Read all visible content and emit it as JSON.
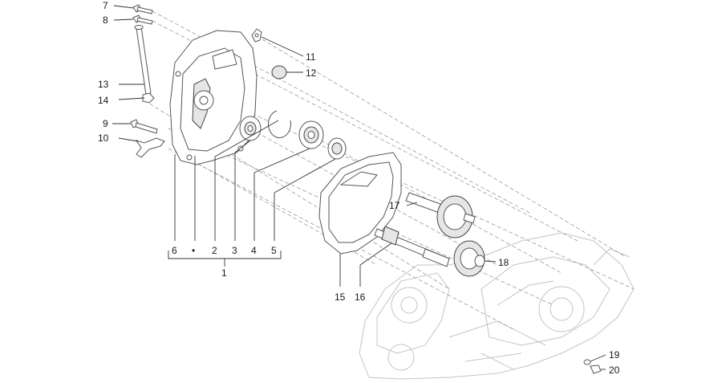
{
  "callouts": [
    {
      "id": "c7",
      "text": "7"
    },
    {
      "id": "c8",
      "text": "8"
    },
    {
      "id": "c11",
      "text": "11"
    },
    {
      "id": "c12",
      "text": "12"
    },
    {
      "id": "c13",
      "text": "13"
    },
    {
      "id": "c14",
      "text": "14"
    },
    {
      "id": "c9",
      "text": "9"
    },
    {
      "id": "c10",
      "text": "10"
    },
    {
      "id": "c17",
      "text": "17"
    },
    {
      "id": "c18",
      "text": "18"
    },
    {
      "id": "c6",
      "text": "6"
    },
    {
      "id": "cdot",
      "text": "•"
    },
    {
      "id": "c2",
      "text": "2"
    },
    {
      "id": "c3",
      "text": "3"
    },
    {
      "id": "c4",
      "text": "4"
    },
    {
      "id": "c5",
      "text": "5"
    },
    {
      "id": "c1",
      "text": "1"
    },
    {
      "id": "c15",
      "text": "15"
    },
    {
      "id": "c16",
      "text": "16"
    },
    {
      "id": "c19",
      "text": "19"
    },
    {
      "id": "c20",
      "text": "20"
    }
  ],
  "colors": {
    "line": "#333333",
    "ghost": "#c4c4c4",
    "dash": "#9a9a9a"
  }
}
